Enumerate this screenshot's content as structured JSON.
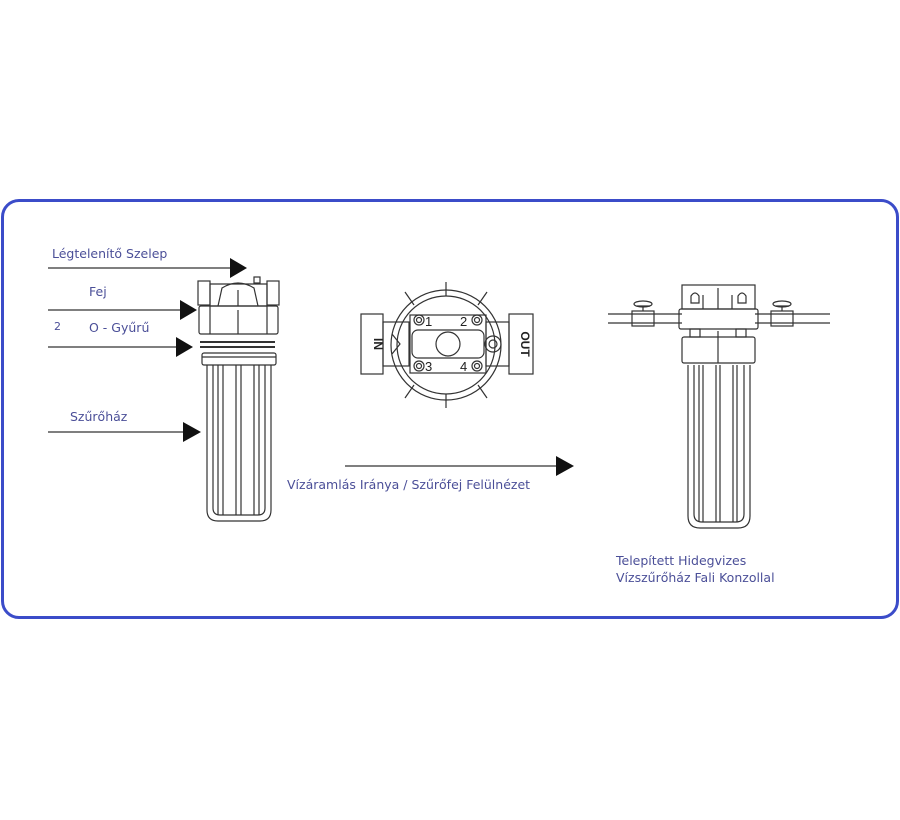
{
  "labels": {
    "air_valve": "Légtelenítő Szelep",
    "head": "Fej",
    "oring_count": "2",
    "oring": "O - Gyűrű",
    "housing": "Szűrőház",
    "flow_direction": "Vízáramlás Iránya / Szűrőfej Felülnézet",
    "installed_line1": "Telepített Hidegvizes",
    "installed_line2": "Vízszűrőház Fali Konzollal"
  },
  "top_view": {
    "in_label": "IN",
    "out_label": "OUT",
    "ports": [
      "1",
      "2",
      "3",
      "4"
    ]
  },
  "colors": {
    "frame": "#3b4cc9",
    "text": "#4b4f98",
    "line": "#222222"
  }
}
